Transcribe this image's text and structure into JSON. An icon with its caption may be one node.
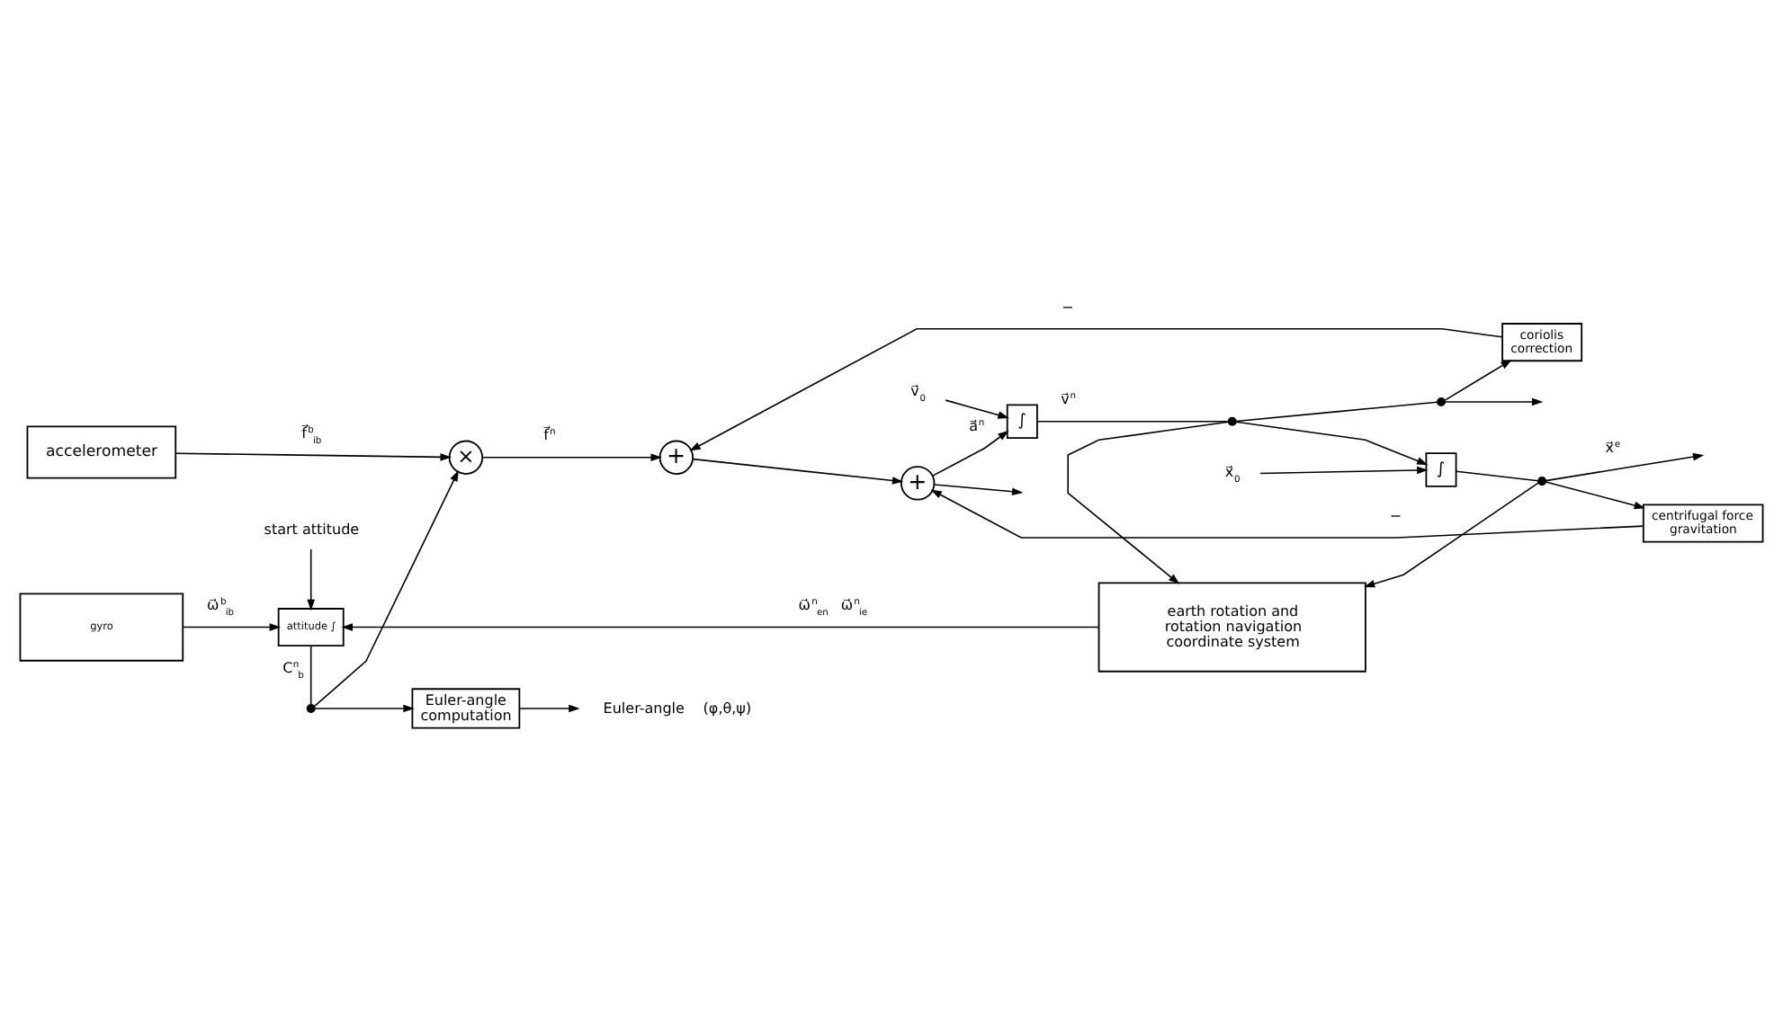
{
  "diagram": {
    "nodes": [
      {
        "text": [
          "gyro"
        ]
      },
      {
        "text": [
          "attitude ∫"
        ]
      },
      {
        "text": [
          "start attitude"
        ]
      },
      {
        "text": [
          "earth rotation and rotation navigation coordinate system"
        ]
      },
      {
        "text": [
          "accelerometer"
        ]
      },
      {
        "text": [
          "×"
        ]
      },
      {
        "text": [
          "+"
        ]
      },
      {
        "text": [
          "+"
        ]
      },
      {
        "text": [
          "∫"
        ]
      },
      {
        "text": [
          "∫"
        ]
      },
      {
        "text": [],
        "shape": "dot"
      },
      {
        "text": [],
        "shape": "dot"
      },
      {
        "text": [],
        "shape": "dot"
      },
      {
        "text": [],
        "shape": "dot"
      },
      {
        "text": [
          "Euler-angle computation"
        ]
      },
      {
        "text": [
          "centrifugal force gravitation"
        ]
      },
      {
        "text": [
          "coriolis correction"
        ]
      },
      {
        "text": [
          "Euler-angle"
        ],
        "beside": [
          "(φ,θ,ψ)"
        ]
      },
      {
        "text": [
          "v⃗$_{0}$"
        ]
      },
      {
        "text": [
          "x⃗$_{0}$"
        ]
      }
    ],
    "edges": [
      {
        "from": 0,
        "to": 1,
        "arrow": "to",
        "label": "ω⃗$^{b}$$_{ib}$"
      },
      {
        "from": 2,
        "to": 1,
        "arrow": "to"
      },
      {
        "from": 3,
        "to": 1,
        "arrow": "to",
        "label": "ω⃗$^{n}$$_{en}$ ω⃗$^{n}$$_{ie}$"
      },
      {
        "from": 1,
        "to": 10,
        "arrow": "none",
        "label": "C$^{n}$$_{b}$"
      },
      {
        "from": 10,
        "to": 5,
        "arrow": "to"
      },
      {
        "from": 10,
        "to": 14,
        "arrow": "to"
      },
      {
        "from": 4,
        "to": 5,
        "arrow": "to",
        "label": "f⃗$^{b}$$_{ib}$"
      },
      {
        "from": 5,
        "to": 6,
        "arrow": "to",
        "label": "f⃗$^{n}$"
      },
      {
        "from": 6,
        "to": 7,
        "arrow": "to"
      },
      {
        "from": 7,
        "to": 8,
        "arrow": "to",
        "label": "a⃗$^{n}$"
      },
      {
        "from": 7,
        "to": null,
        "arrow": "to"
      },
      {
        "from": 18,
        "to": 8,
        "arrow": "to"
      },
      {
        "from": 8,
        "to": 11,
        "arrow": "none",
        "label": "v⃗$^{n}$"
      },
      {
        "from": 11,
        "to": 9,
        "arrow": "to"
      },
      {
        "from": 11,
        "to": 3,
        "arrow": "to"
      },
      {
        "from": 11,
        "to": 13,
        "arrow": "none"
      },
      {
        "from": 13,
        "to": 16,
        "arrow": "to"
      },
      {
        "from": 13,
        "to": null,
        "arrow": "to"
      },
      {
        "from": 19,
        "to": 9,
        "arrow": "to"
      },
      {
        "from": 9,
        "to": 12,
        "arrow": "none"
      },
      {
        "from": 12,
        "to": null,
        "arrow": "to",
        "label": "x⃗$^{e}$"
      },
      {
        "from": 12,
        "to": 3,
        "arrow": "to"
      },
      {
        "from": 12,
        "to": 15,
        "arrow": "to"
      },
      {
        "from": 15,
        "to": 7,
        "arrow": "to",
        "label": "−"
      },
      {
        "from": 16,
        "to": 6,
        "arrow": "to",
        "label": "−"
      },
      {
        "from": 14,
        "to": 17,
        "arrow": "to"
      }
    ]
  }
}
